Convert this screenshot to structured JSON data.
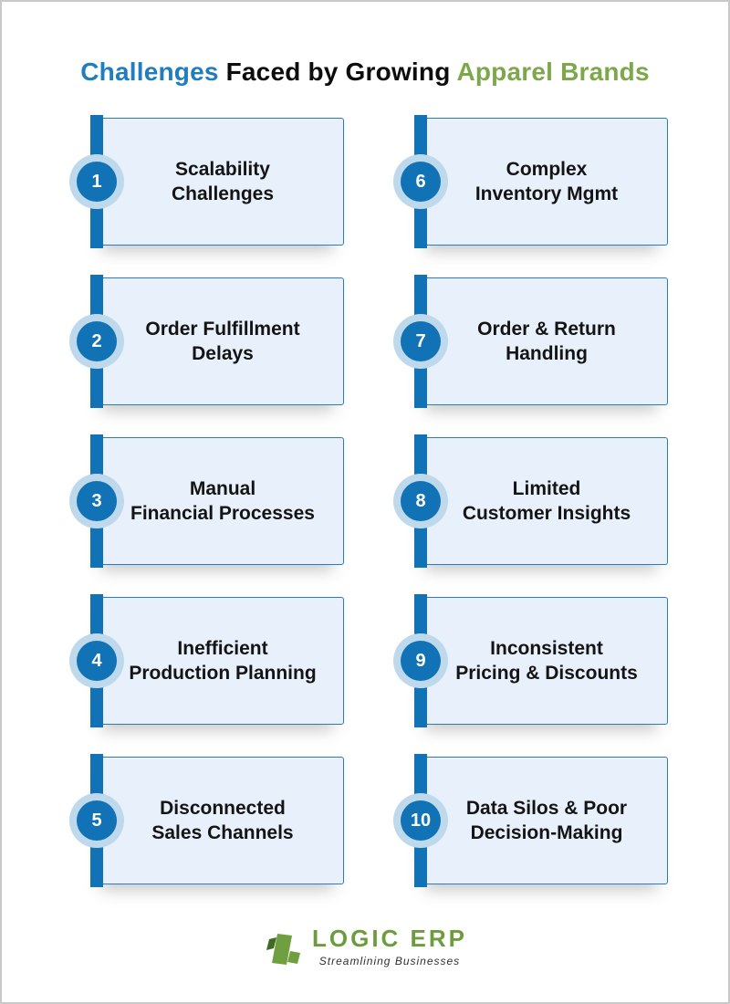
{
  "title": {
    "part_blue": "Challenges",
    "part_dark": " Faced by Growing ",
    "part_green": "Apparel Brands"
  },
  "cards": [
    {
      "number": "1",
      "line1": "Scalability",
      "line2": "Challenges"
    },
    {
      "number": "2",
      "line1": "Order Fulfillment",
      "line2": "Delays"
    },
    {
      "number": "3",
      "line1": "Manual",
      "line2": "Financial Processes"
    },
    {
      "number": "4",
      "line1": "Inefficient",
      "line2": "Production Planning"
    },
    {
      "number": "5",
      "line1": "Disconnected",
      "line2": "Sales Channels"
    },
    {
      "number": "6",
      "line1": "Complex",
      "line2": "Inventory Mgmt"
    },
    {
      "number": "7",
      "line1": "Order & Return",
      "line2": "Handling"
    },
    {
      "number": "8",
      "line1": "Limited",
      "line2": "Customer Insights"
    },
    {
      "number": "9",
      "line1": "Inconsistent",
      "line2": "Pricing & Discounts"
    },
    {
      "number": "10",
      "line1": "Data Silos & Poor",
      "line2": "Decision-Making"
    }
  ],
  "footer": {
    "brand": "LOGIC ERP",
    "tagline": "Streamlining Businesses",
    "logo_icon": "green-bars-logo-icon"
  },
  "colors": {
    "title_blue": "#1e7ec0",
    "title_green": "#7da74b",
    "badge_blue": "#1173b5",
    "badge_halo": "#bfd9ec",
    "card_fill": "#e8f1fb",
    "card_border": "#2b7cb8",
    "brand_green": "#6b9d3c",
    "page_border": "#c9c9c9"
  }
}
